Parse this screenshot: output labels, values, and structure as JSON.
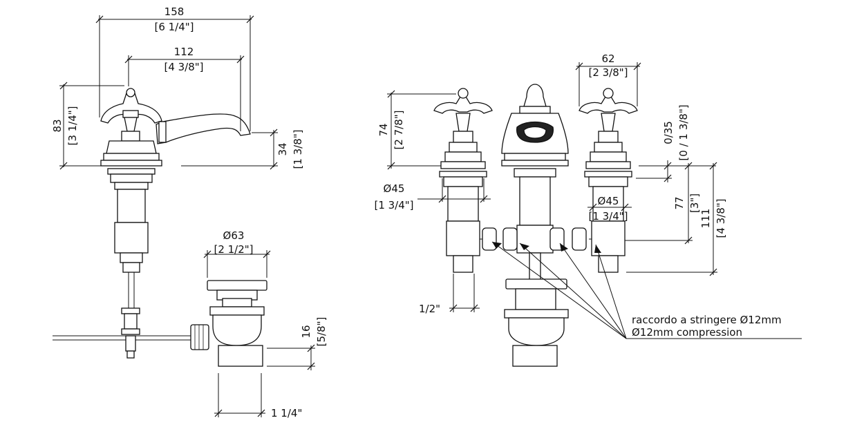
{
  "dimensions": {
    "left_width_mm": "158",
    "left_width_in": "[6 1/4\"]",
    "left_reach_mm": "112",
    "left_reach_in": "[4 3/8\"]",
    "left_height_mm": "83",
    "left_height_in": "[3 1/4\"]",
    "spout_height_mm": "34",
    "spout_height_in": "[1 3/8\"]",
    "waste_dia_mm": "Ø63",
    "waste_dia_in": "[2 1/2\"]",
    "waste_rise_mm": "16",
    "waste_rise_in": "[5/8\"]",
    "waste_thread": "1 1/4\"",
    "handle_width_mm": "62",
    "handle_width_in": "[2 3/8\"]",
    "valve_height_mm": "74",
    "valve_height_in": "[2 7/8\"]",
    "deck_thickness_mm": "0/35",
    "deck_thickness_in": "[0 / 1 3/8\"]",
    "shank_dia_left_mm": "Ø45",
    "shank_dia_left_in": "[1 3/4\"]",
    "shank_dia_right_mm": "Ø45",
    "shank_dia_right_in": "[1 3/4\"]",
    "outlet_depth_mm": "77",
    "outlet_depth_in": "[3\"]",
    "total_depth_mm": "111",
    "total_depth_in": "[4 3/8\"]",
    "inlet_thread": "1/2\""
  },
  "notes": {
    "fitting_it": "raccordo a stringere Ø12mm",
    "fitting_en": "Ø12mm compression"
  }
}
